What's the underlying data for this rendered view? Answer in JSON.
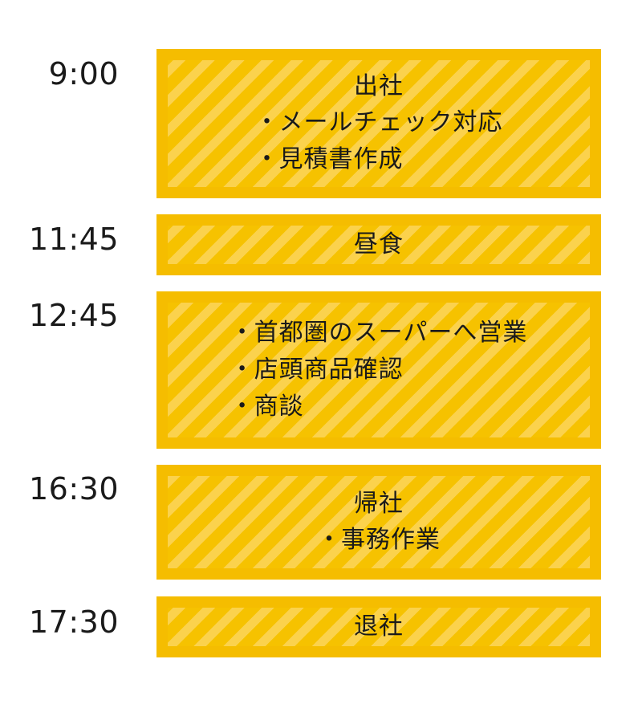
{
  "schedule": [
    {
      "time": "9:00",
      "title": "出社",
      "items": [
        "メールチェック対応",
        "見積書作成"
      ]
    },
    {
      "time": "11:45",
      "title": "昼食",
      "items": []
    },
    {
      "time": "12:45",
      "title": "",
      "items": [
        "首都圏のスーパーへ営業",
        "店頭商品確認",
        "商談"
      ]
    },
    {
      "time": "16:30",
      "title": "帰社",
      "items": [
        "事務作業"
      ]
    },
    {
      "time": "17:30",
      "title": "退社",
      "items": []
    }
  ],
  "bullet": "・",
  "colors": {
    "box": "#f5bd00",
    "stripe_light": "#fbd24d",
    "stripe_dark": "#f6c200",
    "text": "#1a1a1a"
  }
}
